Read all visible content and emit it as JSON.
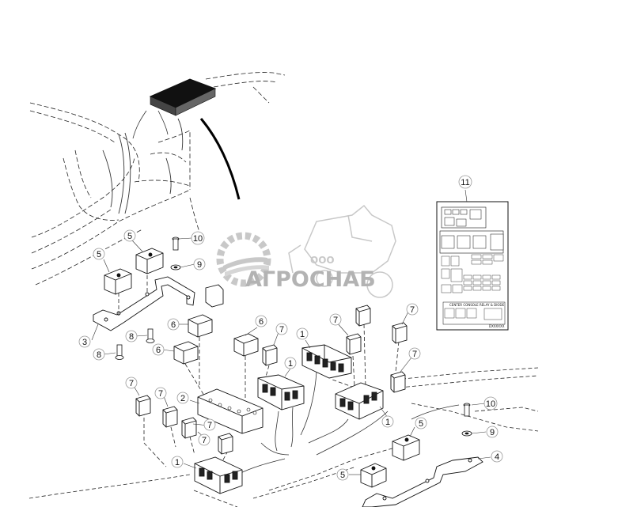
{
  "callouts": [
    {
      "id": "c1a",
      "label": "1"
    },
    {
      "id": "c1b",
      "label": "1"
    },
    {
      "id": "c1c",
      "label": "1"
    },
    {
      "id": "c1d",
      "label": "1"
    },
    {
      "id": "c2",
      "label": "2"
    },
    {
      "id": "c3",
      "label": "3"
    },
    {
      "id": "c4",
      "label": "4"
    },
    {
      "id": "c5a",
      "label": "5"
    },
    {
      "id": "c5b",
      "label": "5"
    },
    {
      "id": "c5c",
      "label": "5"
    },
    {
      "id": "c5d",
      "label": "5"
    },
    {
      "id": "c6a",
      "label": "6"
    },
    {
      "id": "c6b",
      "label": "6"
    },
    {
      "id": "c6c",
      "label": "6"
    },
    {
      "id": "c7a",
      "label": "7"
    },
    {
      "id": "c7b",
      "label": "7"
    },
    {
      "id": "c7c",
      "label": "7"
    },
    {
      "id": "c7d",
      "label": "7"
    },
    {
      "id": "c7e",
      "label": "7"
    },
    {
      "id": "c7f",
      "label": "7"
    },
    {
      "id": "c7g",
      "label": "7"
    },
    {
      "id": "c7h",
      "label": "7"
    },
    {
      "id": "c8a",
      "label": "8"
    },
    {
      "id": "c8b",
      "label": "8"
    },
    {
      "id": "c9a",
      "label": "9"
    },
    {
      "id": "c9b",
      "label": "9"
    },
    {
      "id": "c10a",
      "label": "10"
    },
    {
      "id": "c10b",
      "label": "10"
    },
    {
      "id": "c11",
      "label": "11"
    }
  ],
  "watermark": {
    "prefix": "ООО",
    "name": "АГРОСНАБ"
  },
  "decal": {
    "title": "CENTER CONSOLE RELAY & DIODE",
    "part_number": "DXXXXXX"
  },
  "colors": {
    "line": "#111111",
    "watermark": "#bfbfbf",
    "background": "#ffffff"
  }
}
